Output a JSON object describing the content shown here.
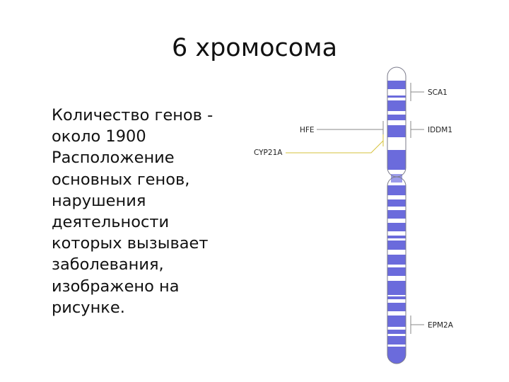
{
  "slide": {
    "title": "6 хромосома",
    "body_lines": [
      "Количество генов -",
      "около 1900",
      "Расположение",
      "основных генов,",
      "нарушения",
      "деятельности",
      "которых вызывает",
      "заболевания,",
      "изображено на",
      "рисунке."
    ]
  },
  "chromosome": {
    "band_color": "#6b6bdc",
    "centromere_color": "#9b9bea",
    "outline_color": "#7a7a8a",
    "pointer_gray": "#8a8a8a",
    "pointer_yellow": "#d6c23c",
    "genes": [
      {
        "symbol": "SCA1"
      },
      {
        "symbol": "HFE"
      },
      {
        "symbol": "IDDM1"
      },
      {
        "symbol": "CYP21A"
      },
      {
        "symbol": "EPM2A"
      }
    ]
  }
}
